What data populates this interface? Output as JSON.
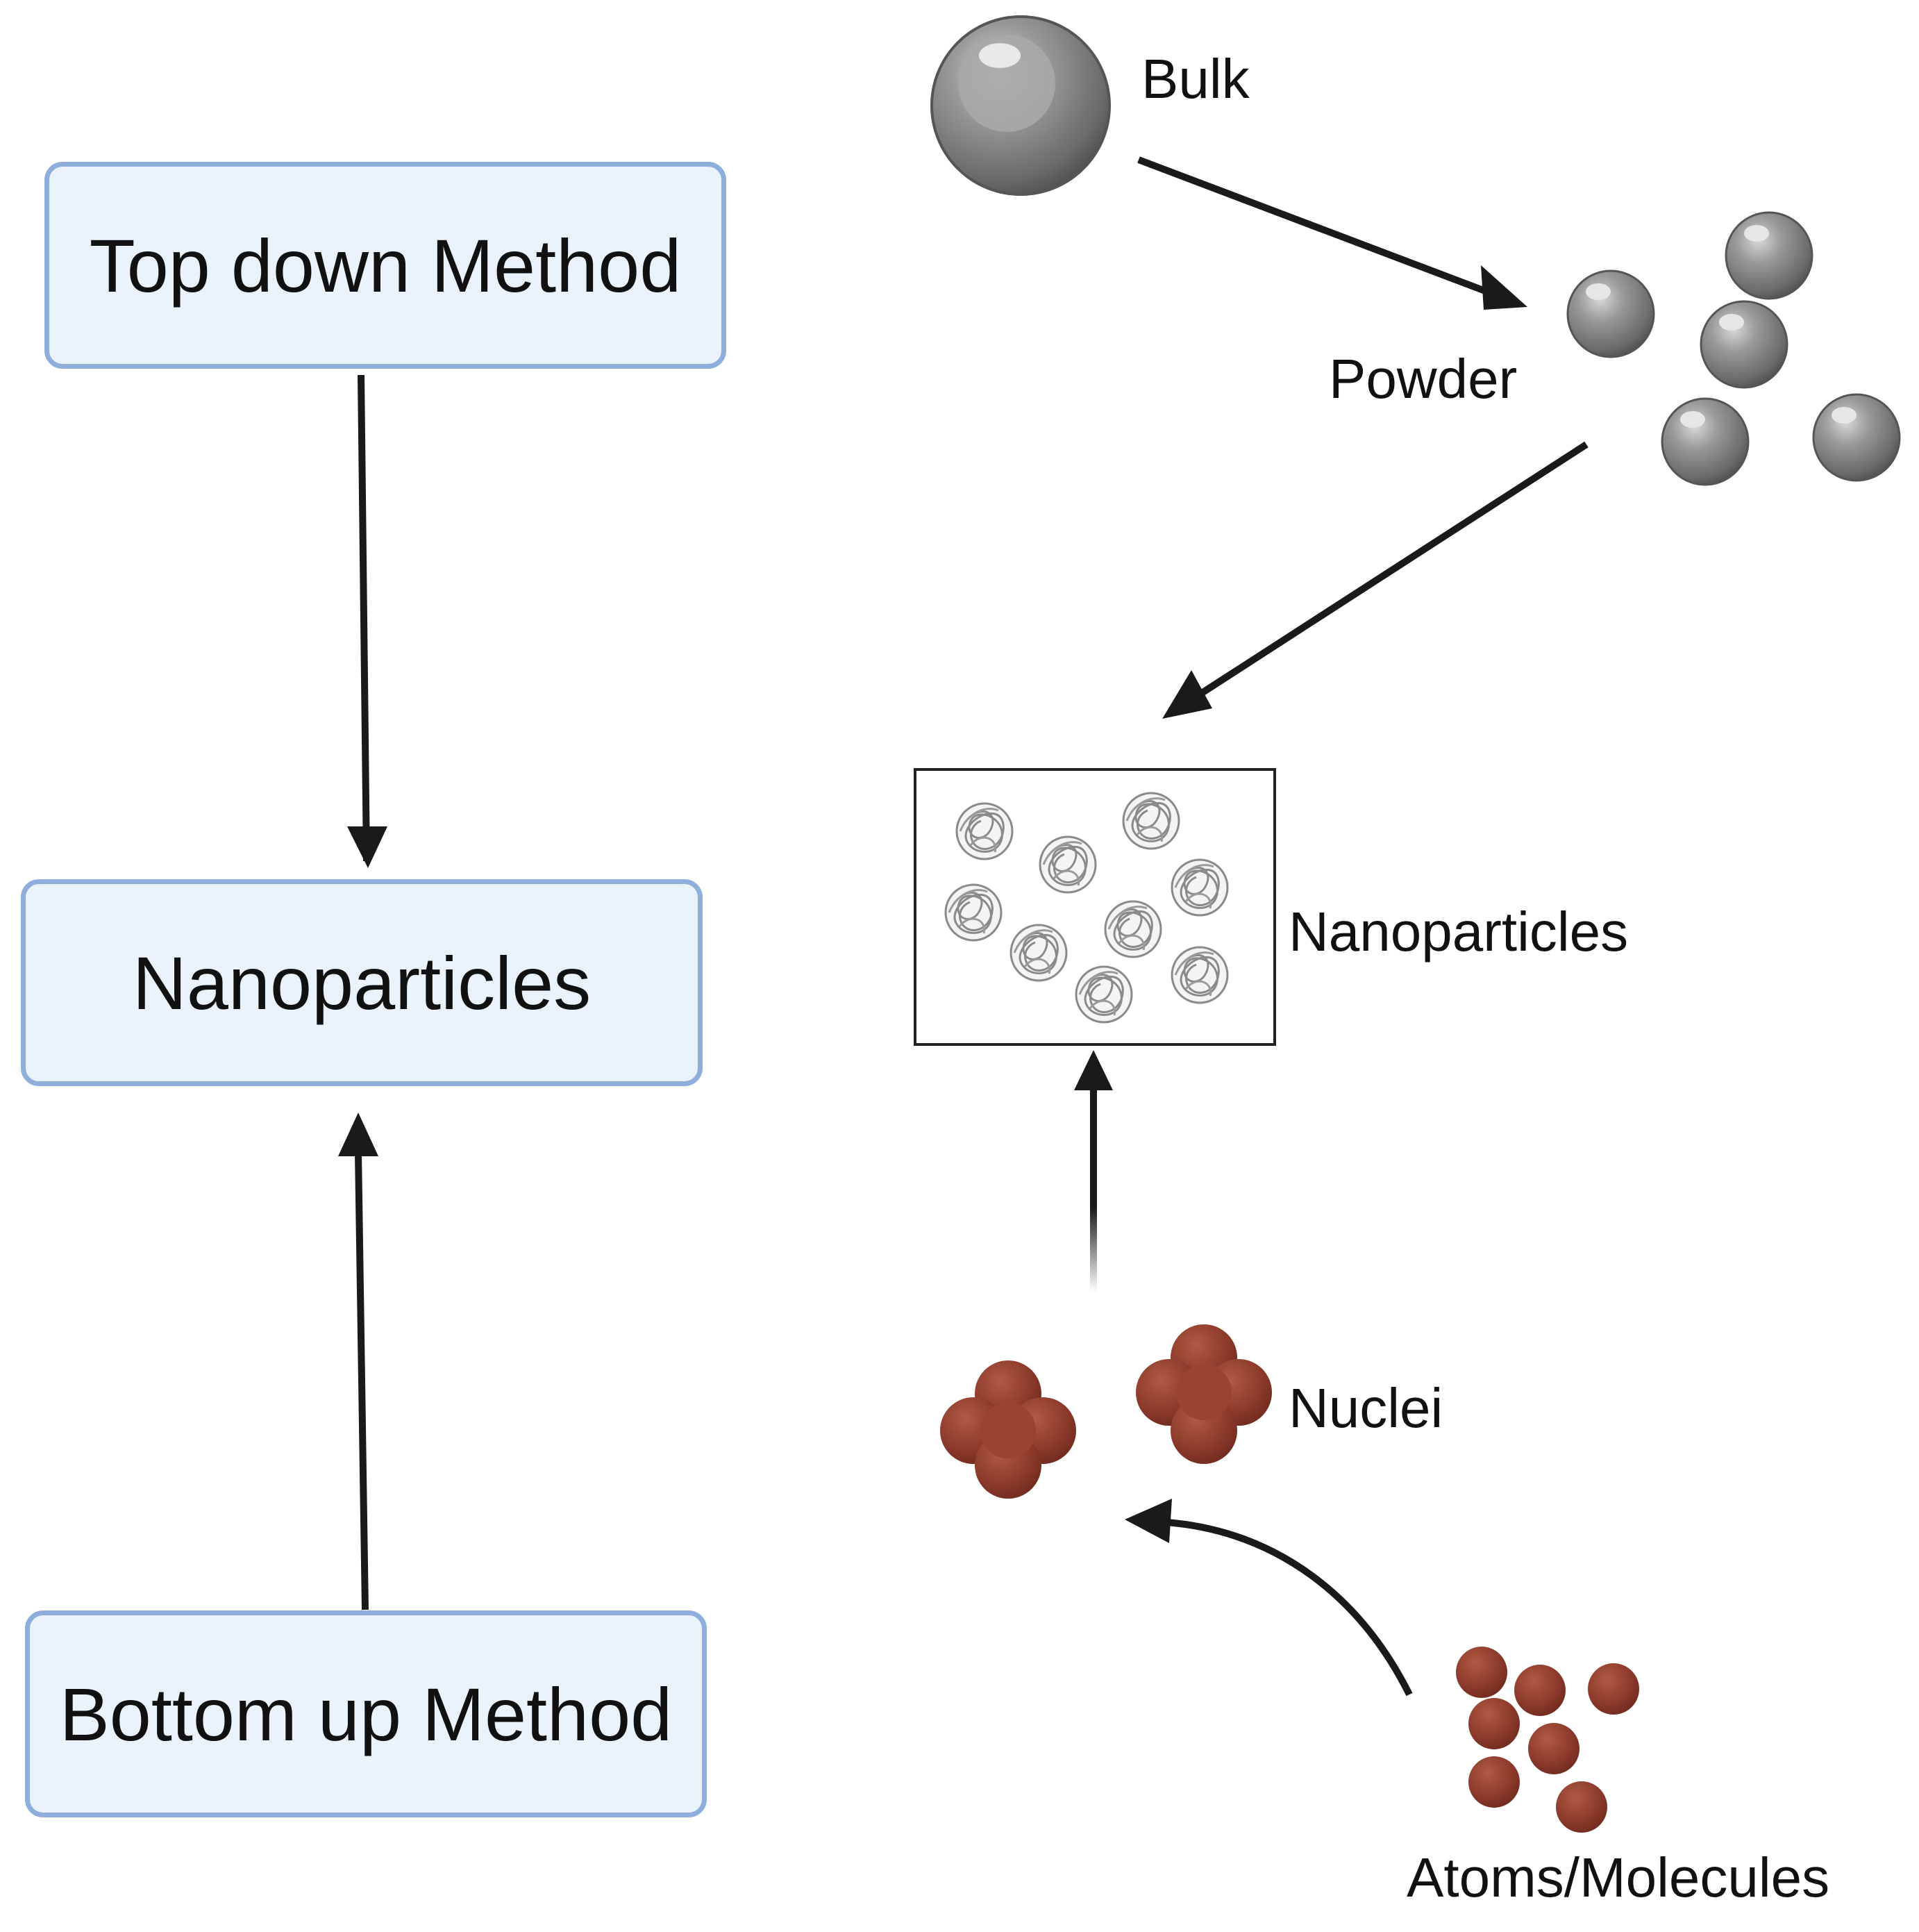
{
  "left_boxes": {
    "top_down": "Top down Method",
    "nanoparticles": "Nanoparticles",
    "bottom_up": "Bottom up Method"
  },
  "right_labels": {
    "bulk": "Bulk",
    "powder": "Powder",
    "nanoparticles": "Nanoparticles",
    "nuclei": "Nuclei",
    "atoms": "Atoms/Molecules"
  },
  "colors": {
    "box_fill": "#eaf2fc",
    "box_border": "#8eaedb",
    "sphere_gray": "#7a7a7a",
    "sphere_red": "#8b3a2b",
    "arrow": "#1a1a1a"
  }
}
